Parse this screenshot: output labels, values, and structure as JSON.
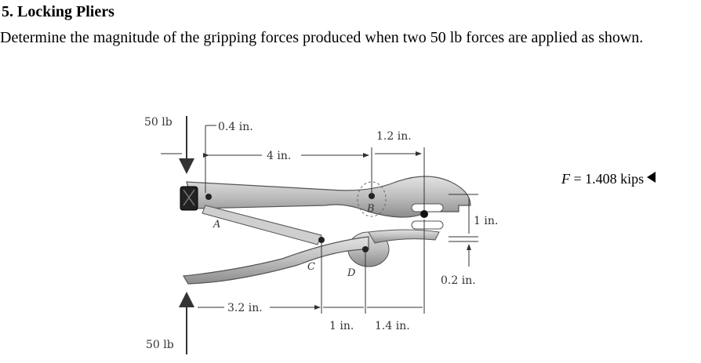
{
  "problem": {
    "title": "5. Locking Pliers",
    "description": "Determine the magnitude of the gripping forces produced when two 50 lb forces are applied as shown."
  },
  "figure": {
    "labels": {
      "force_top": "50 lb",
      "force_bottom": "50 lb",
      "dim_0_4": "0.4 in.",
      "dim_4": "4 in.",
      "dim_1_2": "1.2 in.",
      "dim_1": "1 in.",
      "dim_0_2": "0.2 in.",
      "dim_3_2": "3.2 in.",
      "dim_1_bottom": "1 in.",
      "dim_1_4": "1.4 in.",
      "point_a": "A",
      "point_b": "B",
      "point_c": "C",
      "point_d": "D"
    }
  },
  "answer": {
    "variable": "F",
    "equals": " = 1.408 kips"
  }
}
